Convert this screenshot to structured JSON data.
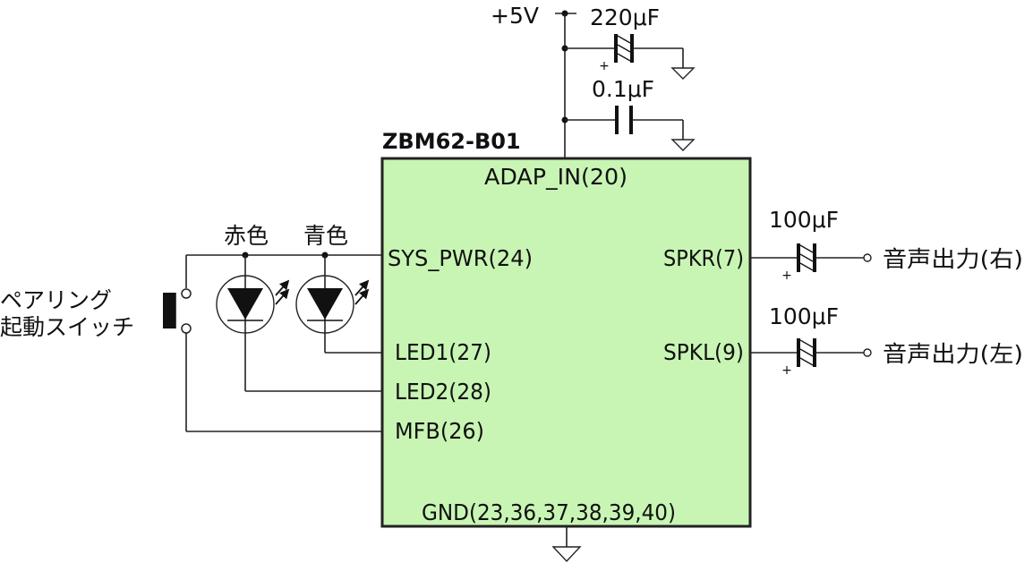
{
  "module": {
    "name": "ZBM62-B01",
    "fill_color": "#c8f5b4",
    "pins": {
      "adap_in": "ADAP_IN(20)",
      "sys_pwr": "SYS_PWR(24)",
      "led1": "LED1(27)",
      "led2": "LED2(28)",
      "mfb": "MFB(26)",
      "spkr": "SPKR(7)",
      "spkl": "SPKL(9)",
      "gnd": "GND(23,36,37,38,39,40)"
    }
  },
  "power": {
    "supply_label": "+5V",
    "cap_electrolytic": "220μF",
    "cap_ceramic": "0.1μF",
    "polarity_mark": "+"
  },
  "leds": {
    "red_label": "赤色",
    "blue_label": "青色"
  },
  "switch": {
    "label_line1": "ペアリング",
    "label_line2": "起動スイッチ"
  },
  "outputs": {
    "right_cap": "100μF",
    "left_cap": "100μF",
    "right_label": "音声出力(右)",
    "left_label": "音声出力(左)",
    "polarity_mark": "+"
  }
}
